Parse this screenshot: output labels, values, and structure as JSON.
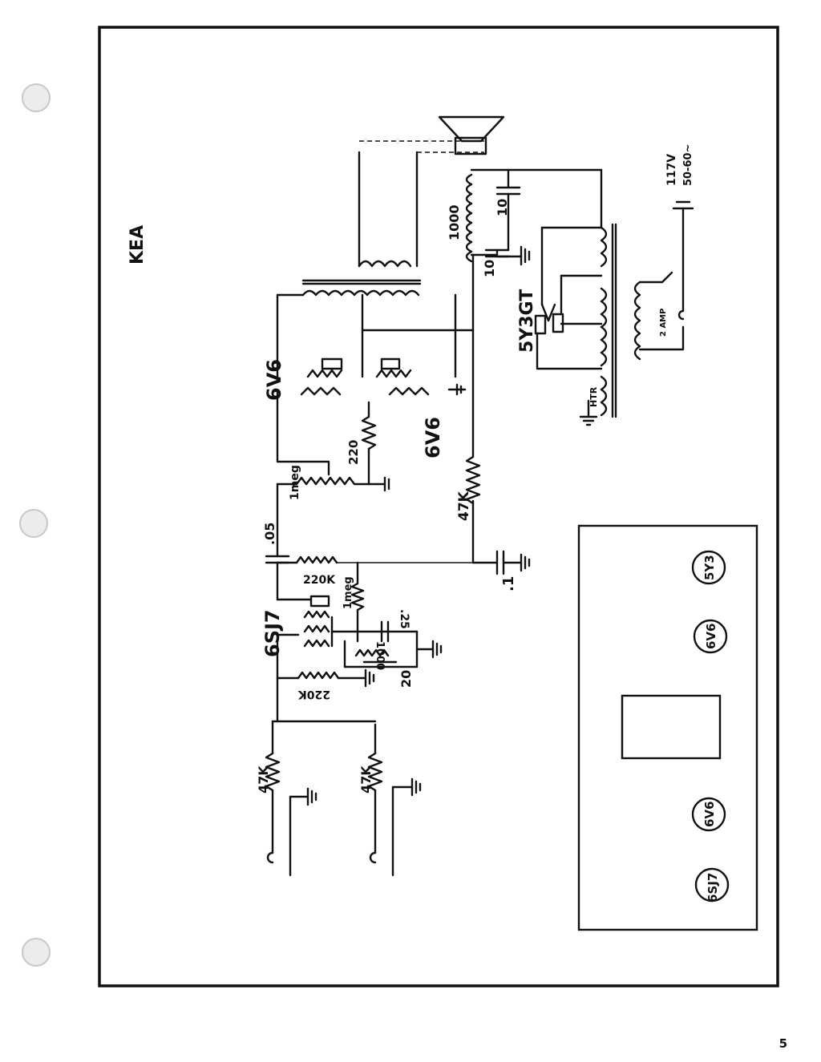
{
  "schematic": {
    "title": "KEA",
    "tubes": {
      "preamp": "6SJ7",
      "output_a": "6V6",
      "output_b": "6V6",
      "rectifier": "5Y3GT"
    },
    "resistors": {
      "input_1": "47K",
      "input_2": "47K",
      "grid_bias": "220K",
      "plate_load": "220K",
      "grid_leak": "1meg",
      "cathode": "1000",
      "volume_pot": "1meg",
      "phase": "220",
      "dropping": "47K",
      "choke_field": "1000"
    },
    "capacitors": {
      "coupling": ".05",
      "cathode_bypass_a": ".25",
      "cathode_bypass_b": "20",
      "filter_a": ".1",
      "filter_b": "10",
      "filter_c": "10"
    },
    "power": {
      "mains": "117V",
      "frequency": "50-60~",
      "fuse": "2 AMP",
      "heater": "HTR"
    }
  },
  "layout_diagram": {
    "tubes": [
      "6SJ7",
      "6V6",
      "6V6",
      "5Y3"
    ]
  },
  "page": {
    "number": "5"
  }
}
